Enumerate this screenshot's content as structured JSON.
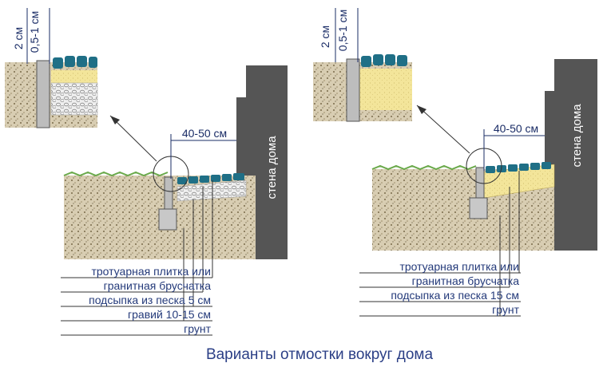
{
  "caption": "Варианты отмостки вокруг дома",
  "left": {
    "wall_label": "стена дома",
    "width_dim": "40-50 см",
    "detail_dims": [
      "2 см",
      "0,5-1 см"
    ],
    "layers": [
      "тротуарная плитка или",
      "гранитная брусчатка",
      "подсыпка из песка 5 см",
      "гравий 10-15 см",
      "грунт"
    ]
  },
  "right": {
    "wall_label": "стена дома",
    "width_dim": "40-50 см",
    "detail_dims": [
      "2 см",
      "0,5-1 см"
    ],
    "layers": [
      "тротуарная плитка или",
      "гранитная брусчатка",
      "подсыпка из песка 15 см",
      "грунт"
    ]
  },
  "colors": {
    "tile": "#1f6f86",
    "sand": "#f3e59a",
    "gravel": "#e6e6e6",
    "ground": "#d8cdb2",
    "wall": "#555555",
    "grass": "#6aa94a",
    "text": "#243a7a"
  }
}
